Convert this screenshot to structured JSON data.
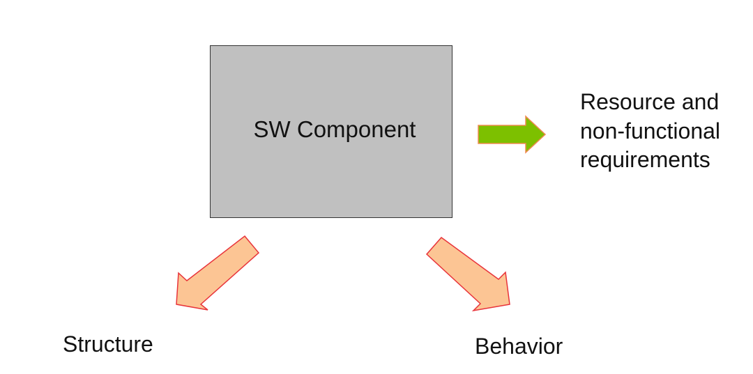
{
  "diagram": {
    "component": {
      "label": "SW Component",
      "fill": "#c0c0c0",
      "border": "#333333"
    },
    "outputs": [
      {
        "id": "requirements",
        "label_lines": [
          "Resource and",
          "non-functional",
          "requirements"
        ],
        "arrow_fill": "#7dc000",
        "arrow_stroke": "#f08a50"
      },
      {
        "id": "structure",
        "label": "Structure",
        "arrow_fill": "#fcc594",
        "arrow_stroke": "#e8333a"
      },
      {
        "id": "behavior",
        "label": "Behavior",
        "arrow_fill": "#fcc594",
        "arrow_stroke": "#e8333a"
      }
    ]
  }
}
